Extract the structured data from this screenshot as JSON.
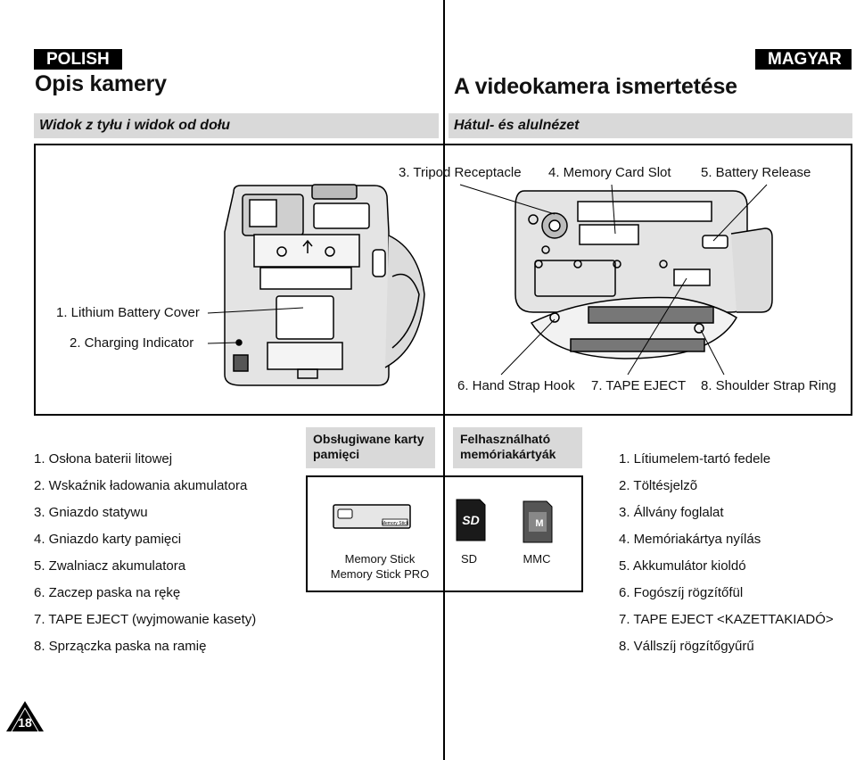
{
  "left": {
    "lang": "POLISH",
    "title": "Opis kamery",
    "subtitle": "Widok z tyłu i widok od dołu",
    "items": [
      "1.  Osłona baterii litowej",
      "2.  Wskaźnik ładowania akumulatora",
      "3.  Gniazdo statywu",
      "4.  Gniazdo karty pamięci",
      "5.  Zwalniacz akumulatora",
      "6.  Zaczep paska na rękę",
      "7.  TAPE EJECT (wyjmowanie kasety)",
      "8.  Sprzączka paska na ramię"
    ],
    "page_number": "18"
  },
  "right": {
    "lang": "MAGYAR",
    "title": "A videokamera ismertetése",
    "subtitle": "Hátul- és alulnézet",
    "items": [
      "1.  Lítiumelem-tartó fedele",
      "2.  Töltésjelzõ",
      "3.  Állvány foglalat",
      "4.  Memóriakártya nyílás",
      "5.  Akkumulátor kioldó",
      "6.  Fogószíj rögzítőfül",
      "7.  TAPE EJECT <KAZETTAKIADÓ>",
      "8.  Vállszíj rögzítőgyűrű"
    ]
  },
  "figure": {
    "callouts": {
      "c1": "1. Lithium Battery Cover",
      "c2": "2. Charging Indicator",
      "c3": "3. Tripod Receptacle",
      "c4": "4. Memory Card Slot",
      "c5": "5. Battery Release",
      "c6": "6. Hand Strap Hook",
      "c7": "7. TAPE EJECT",
      "c8": "8. Shoulder Strap Ring"
    }
  },
  "memory": {
    "left_header_line1": "Obsługiwane karty",
    "left_header_line2": "pamięci",
    "right_header_line1": "Felhasználható",
    "right_header_line2": "memóriakártyák",
    "ms_label_line1": "Memory Stick",
    "ms_label_line2": "Memory Stick PRO",
    "sd_label": "SD",
    "mmc_label": "MMC",
    "ms_card_text": "Memory Stick",
    "sd_card_text": "SD",
    "mmc_card_text": "M"
  }
}
